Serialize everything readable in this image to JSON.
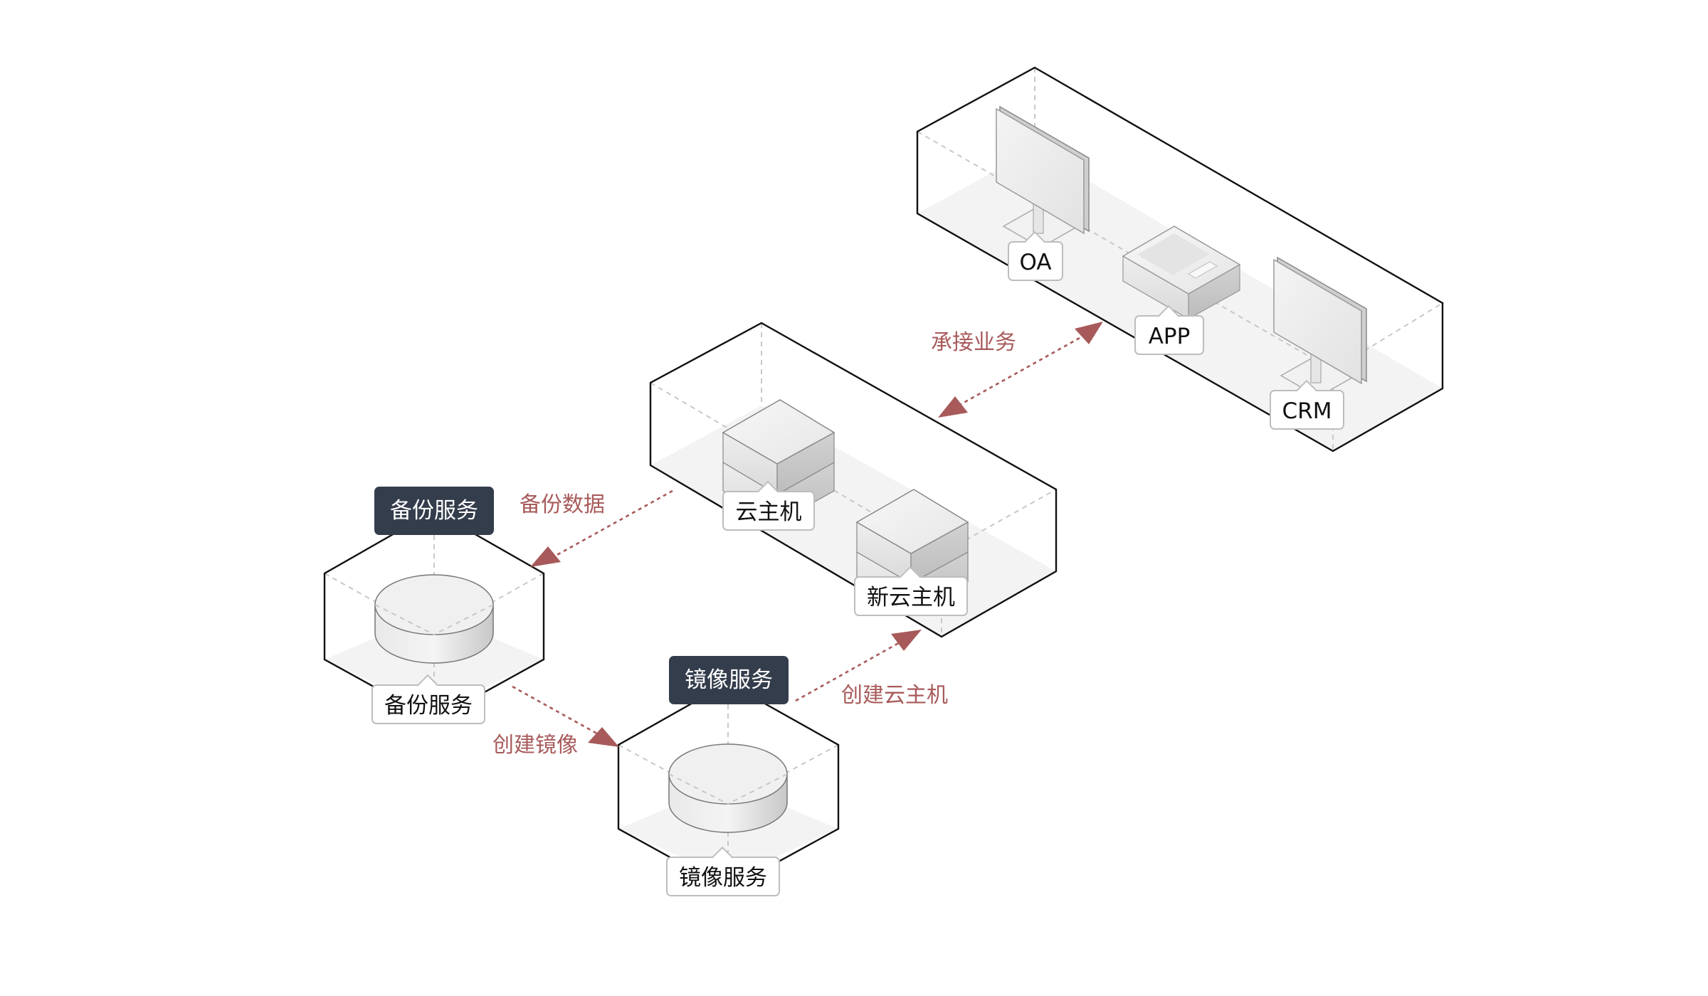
{
  "diagram": {
    "zones": {
      "business": {
        "items": [
          {
            "label": "OA",
            "icon": "monitor-icon"
          },
          {
            "label": "APP",
            "icon": "server-device-icon"
          },
          {
            "label": "CRM",
            "icon": "monitor-icon"
          }
        ]
      },
      "compute": {
        "items": [
          {
            "label": "云主机",
            "icon": "cloud-host-icon"
          },
          {
            "label": "新云主机",
            "icon": "cloud-host-icon"
          }
        ]
      },
      "backup": {
        "title": "备份服务",
        "item_label": "备份服务",
        "icon": "disk-storage-icon"
      },
      "image": {
        "title": "镜像服务",
        "item_label": "镜像服务",
        "icon": "disk-storage-icon"
      }
    },
    "flows": [
      {
        "label": "承接业务",
        "from": "compute",
        "to": "business",
        "direction": "bidirectional"
      },
      {
        "label": "备份数据",
        "from": "compute",
        "to": "backup",
        "direction": "forward"
      },
      {
        "label": "创建镜像",
        "from": "backup",
        "to": "image",
        "direction": "forward"
      },
      {
        "label": "创建云主机",
        "from": "image",
        "to": "compute",
        "direction": "forward"
      }
    ],
    "colors": {
      "flow": "#a85a5a",
      "badge_bg": "#343d4c",
      "edge": "#111111"
    }
  }
}
